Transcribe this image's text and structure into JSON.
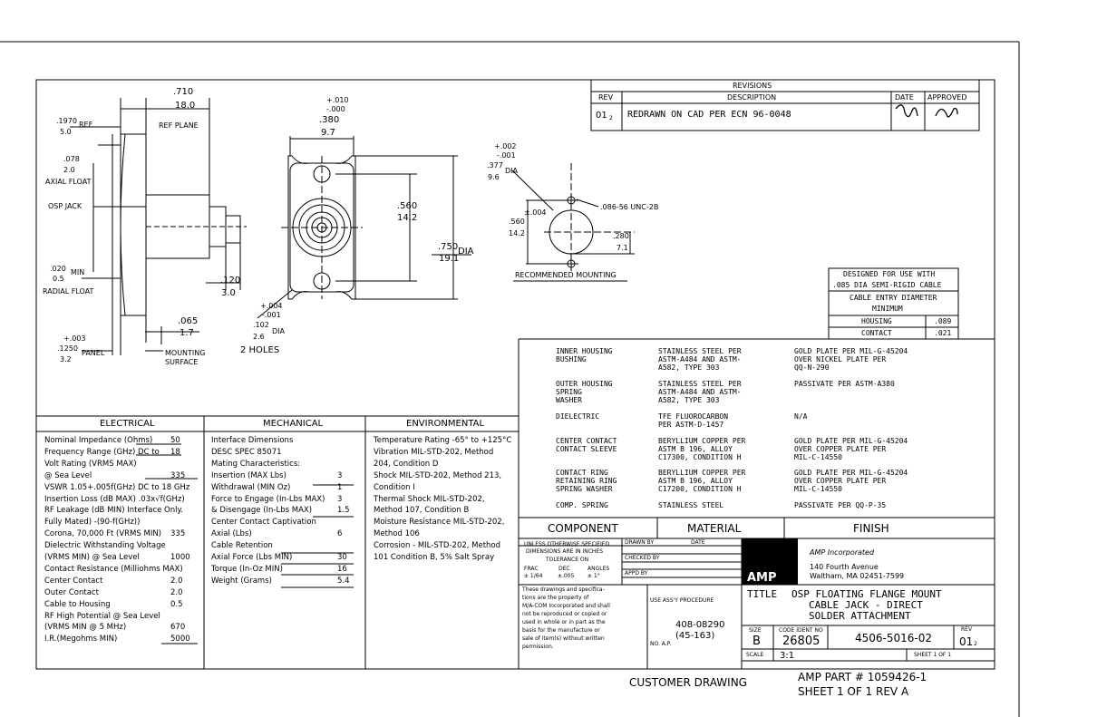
{
  "drawing": {
    "dims": {
      "d710": ".710",
      "d180": "18.0",
      "d1970": ".1970",
      "d50": "5.0",
      "ref": "REF",
      "ref_plane": "REF PLANE",
      "d078": ".078",
      "d20": "2.0",
      "axial_float": "AXIAL FLOAT",
      "osp_jack": "OSP JACK",
      "d020": ".020",
      "d05": "0.5",
      "min": "MIN",
      "radial_float": "RADIAL FLOAT",
      "d003": "+.003",
      "d1250": ".1250",
      "d32": "3.2",
      "panel": "PANEL",
      "mounting": "MOUNTING",
      "surface": "SURFACE",
      "tol_plus010": "+.010",
      "tol_minus000": "-.000",
      "d380": ".380",
      "d97": "9.7",
      "d560": ".560",
      "d142": "14.2",
      "d750": ".750",
      "d191": "19.1",
      "dia": "DIA",
      "d120": ".120",
      "d30": "3.0",
      "d065": ".065",
      "d17": "1.7",
      "tol_plus004": "+.004",
      "tol_minus001": "-.001",
      "d102": ".102",
      "d26": "2.6",
      "holes": "2 HOLES",
      "tol_plus002": "+.002",
      "tol_minus001b": "-.001",
      "d377": ".377",
      "d96": "9.6",
      "tol_pm004": "±.004",
      "d560b": ".560",
      "d142b": "14.2",
      "thread": ".086-56 UNC-2B",
      "d280": ".280",
      "d71": "7.1",
      "recommended_mounting": "RECOMMENDED MOUNTING"
    }
  },
  "revisions": {
    "title": "REVISIONS",
    "headers": [
      "REV",
      "DESCRIPTION",
      "DATE",
      "APPROVED"
    ],
    "rev": "01",
    "rev_sub": "2",
    "description": "REDRAWN ON CAD PER ECN 96-0048"
  },
  "cable_table": {
    "title1": "DESIGNED FOR USE WITH",
    "title2": ".085 DIA SEMI-RIGID CABLE",
    "title3": "CABLE ENTRY DIAMETER",
    "title4": "MINIMUM",
    "rows": [
      {
        "label": "HOUSING",
        "value": ".089"
      },
      {
        "label": "CONTACT",
        "value": ".021"
      }
    ]
  },
  "components": {
    "rows": [
      {
        "component": [
          "INNER HOUSING",
          "BUSHING"
        ],
        "material": [
          "STAINLESS STEEL PER",
          "ASTM-A484 AND ASTM-",
          "A582, TYPE 303"
        ],
        "finish": [
          "GOLD PLATE PER MIL-G-45204",
          "OVER NICKEL PLATE PER",
          "QQ-N-290"
        ]
      },
      {
        "component": [
          "OUTER HOUSING",
          "SPRING",
          "WASHER"
        ],
        "material": [
          "STAINLESS STEEL PER",
          "ASTM-A484 AND ASTM-",
          "A582, TYPE 303"
        ],
        "finish": [
          "PASSIVATE PER ASTM-A380"
        ]
      },
      {
        "component": [
          "DIELECTRIC"
        ],
        "material": [
          "TFE FLUOROCARBON",
          "PER ASTM-D-1457"
        ],
        "finish": [
          "N/A"
        ]
      },
      {
        "component": [
          "CENTER CONTACT",
          "CONTACT SLEEVE"
        ],
        "material": [
          "BERYLLIUM COPPER PER",
          "ASTM B 196, ALLOY",
          "C17300, CONDITION H"
        ],
        "finish": [
          "GOLD PLATE PER MIL-G-45204",
          "OVER COPPER PLATE PER",
          "MIL-C-14550"
        ]
      },
      {
        "component": [
          "CONTACT RING",
          "RETAINING RING",
          "SPRING WASHER"
        ],
        "material": [
          "BERYLLIUM COPPER PER",
          "ASTM B 196, ALLOY",
          "C17200, CONDITION H"
        ],
        "finish": [
          "GOLD PLATE PER MIL-G-45204",
          "OVER COPPER PLATE PER",
          "MIL-C-14550"
        ]
      },
      {
        "component": [
          "COMP. SPRING"
        ],
        "material": [
          "STAINLESS STEEL"
        ],
        "finish": [
          "PASSIVATE PER QQ-P-35"
        ]
      }
    ],
    "headers": [
      "COMPONENT",
      "MATERIAL",
      "FINISH"
    ]
  },
  "specs": {
    "headers": [
      "ELECTRICAL",
      "MECHANICAL",
      "ENVIRONMENTAL"
    ],
    "electrical": [
      {
        "label": "Nominal Impedance (Ohms)",
        "value": "50"
      },
      {
        "label": "Frequency Range (GHz) DC to",
        "value": "18"
      },
      {
        "label": "Volt Rating (VRMS MAX)",
        "value": ""
      },
      {
        "label": "  @ Sea Level",
        "value": "335"
      },
      {
        "label": "VSWR 1.05+.005f(GHz) DC to 18 GHz",
        "value": ""
      },
      {
        "label": "Insertion Loss (dB MAX) .03x√f(GHz)",
        "value": ""
      },
      {
        "label": "RF Leakage (dB MIN) Interface Only.",
        "value": ""
      },
      {
        "label": "   Fully Mated)        -(90-f(GHz))",
        "value": ""
      },
      {
        "label": "Corona, 70,000 Ft (VRMS MIN)",
        "value": "335"
      },
      {
        "label": "Dielectric Withstanding Voltage",
        "value": ""
      },
      {
        "label": "  (VRMS MIN) @ Sea Level",
        "value": "1000"
      },
      {
        "label": "Contact Resistance (Milliohms MAX)",
        "value": ""
      },
      {
        "label": "   Center Contact",
        "value": "2.0"
      },
      {
        "label": "   Outer Contact",
        "value": "2.0"
      },
      {
        "label": "   Cable to Housing",
        "value": "0.5"
      },
      {
        "label": "RF High Potential @ Sea Level",
        "value": ""
      },
      {
        "label": "  (VRMS MIN @ 5 MHz)",
        "value": "670"
      },
      {
        "label": "I.R.(Megohms MIN)",
        "value": "5000"
      }
    ],
    "mechanical": [
      {
        "label": "Interface Dimensions",
        "value": ""
      },
      {
        "label": "   DESC SPEC 85071",
        "value": ""
      },
      {
        "label": "Mating Characteristics:",
        "value": ""
      },
      {
        "label": "   Insertion (MAX Lbs)",
        "value": "3"
      },
      {
        "label": "   Withdrawal (MIN Oz)",
        "value": "1"
      },
      {
        "label": "Force to Engage (In-Lbs MAX)",
        "value": "3"
      },
      {
        "label": "   & Disengage (In-Lbs MAX)",
        "value": "1.5"
      },
      {
        "label": "Center Contact Captivation",
        "value": ""
      },
      {
        "label": "   Axial (Lbs)",
        "value": "6"
      },
      {
        "label": "Cable Retention",
        "value": ""
      },
      {
        "label": "   Axial Force (Lbs MIN)",
        "value": "30"
      },
      {
        "label": "   Torque (In-Oz MIN)",
        "value": "16"
      },
      {
        "label": "Weight (Grams)",
        "value": "5.4"
      }
    ],
    "environmental": [
      "Temperature Rating -65° to +125°C",
      "Vibration MIL-STD-202, Method",
      "   204, Condition D",
      "Shock MIL-STD-202, Method 213,",
      "   Condition I",
      "Thermal Shock MIL-STD-202,",
      "   Method 107, Condition B",
      "Moisture Resistance MIL-STD-202,",
      "   Method 106",
      "Corrosion - MIL-STD-202, Method",
      "   101 Condition B, 5% Salt Spray"
    ]
  },
  "titleblock": {
    "tol_lines": [
      "UNLESS OTHERWISE SPECIFIED",
      "DIMENSIONS ARE IN INCHES",
      "TOLERANCE ON"
    ],
    "tol_cols": [
      "FRAC",
      "DEC",
      "ANGLES"
    ],
    "tol_vals": [
      "± 1/64",
      "±.005",
      "± 1°"
    ],
    "sign_labels": [
      "DRAWN BY",
      "CHECKED BY",
      "APPD BY"
    ],
    "sign_date": "DATE",
    "company": "AMP",
    "company_name": "AMP Incorporated",
    "address1": "140 Fourth Avenue",
    "address2": "Waltham, MA 02451-7599",
    "notice": [
      "These drawings and specifica-",
      "tions are the property of",
      "M/A-COM Incorporated and shall",
      "not be reproduced or copied or",
      "used in whole or in part as the",
      "basis for the manufacture or",
      "sale of item(s) without written",
      "permission."
    ],
    "use_assy": "USE ASS'Y PROCEDURE",
    "proc_no": "408-08290",
    "proc_sub": "(45-163)",
    "no_ap": "NO. A.P.",
    "title_label": "TITLE",
    "title_lines": [
      "OSP FLOATING FLANGE MOUNT",
      "CABLE JACK - DIRECT",
      "SOLDER ATTACHMENT"
    ],
    "size_label": "SIZE",
    "size": "B",
    "code_label": "CODE IDENT NO",
    "code": "26805",
    "drawing_no": "4506-5016-02",
    "rev_label": "REV",
    "rev": "01",
    "rev_sub": "2",
    "scale_label": "SCALE",
    "scale": "3:1",
    "sheet": "SHEET  1  OF  1"
  },
  "footer": {
    "customer": "CUSTOMER DRAWING",
    "amp_part": "AMP PART # 1059426-1",
    "sheet": "SHEET 1 OF 1  REV A"
  }
}
